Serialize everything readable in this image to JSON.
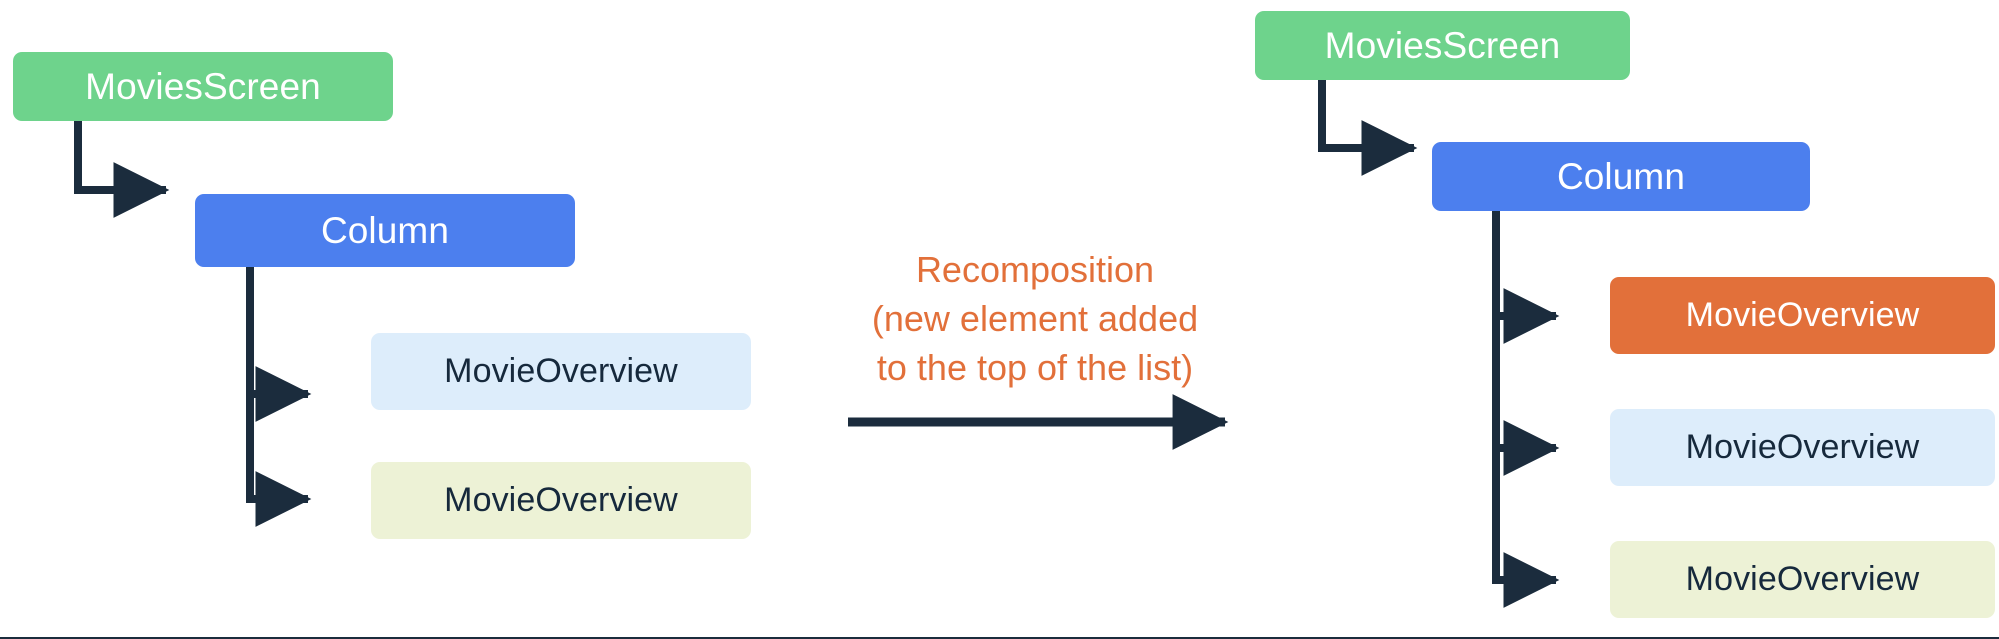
{
  "diagram": {
    "title": "Recomposition of a Compose UI tree when a new list element is added",
    "colors": {
      "screen": "#6ed38c",
      "column": "#4c7fee",
      "overview_blue": "#ddedfb",
      "overview_cream": "#edf2d6",
      "overview_orange": "#e2703a",
      "connector": "#1b2c3d",
      "caption": "#e2703a",
      "background": "#ffffff"
    },
    "left_tree": {
      "name": "before-recomposition-tree",
      "nodes": [
        {
          "id": "left-movies-screen",
          "label": "MoviesScreen",
          "style": "screen"
        },
        {
          "id": "left-column",
          "label": "Column",
          "style": "column"
        },
        {
          "id": "left-overview-1",
          "label": "MovieOverview",
          "style": "overview_blue"
        },
        {
          "id": "left-overview-2",
          "label": "MovieOverview",
          "style": "overview_cream"
        }
      ]
    },
    "center": {
      "name": "recomposition-caption",
      "lines": [
        "Recomposition",
        "(new element added",
        "to the top of the list)"
      ],
      "arrow_label": "recomposition-arrow"
    },
    "right_tree": {
      "name": "after-recomposition-tree",
      "nodes": [
        {
          "id": "right-movies-screen",
          "label": "MoviesScreen",
          "style": "screen"
        },
        {
          "id": "right-column",
          "label": "Column",
          "style": "column"
        },
        {
          "id": "right-overview-1",
          "label": "MovieOverview",
          "style": "overview_orange"
        },
        {
          "id": "right-overview-2",
          "label": "MovieOverview",
          "style": "overview_blue"
        },
        {
          "id": "right-overview-3",
          "label": "MovieOverview",
          "style": "overview_cream"
        }
      ]
    }
  }
}
